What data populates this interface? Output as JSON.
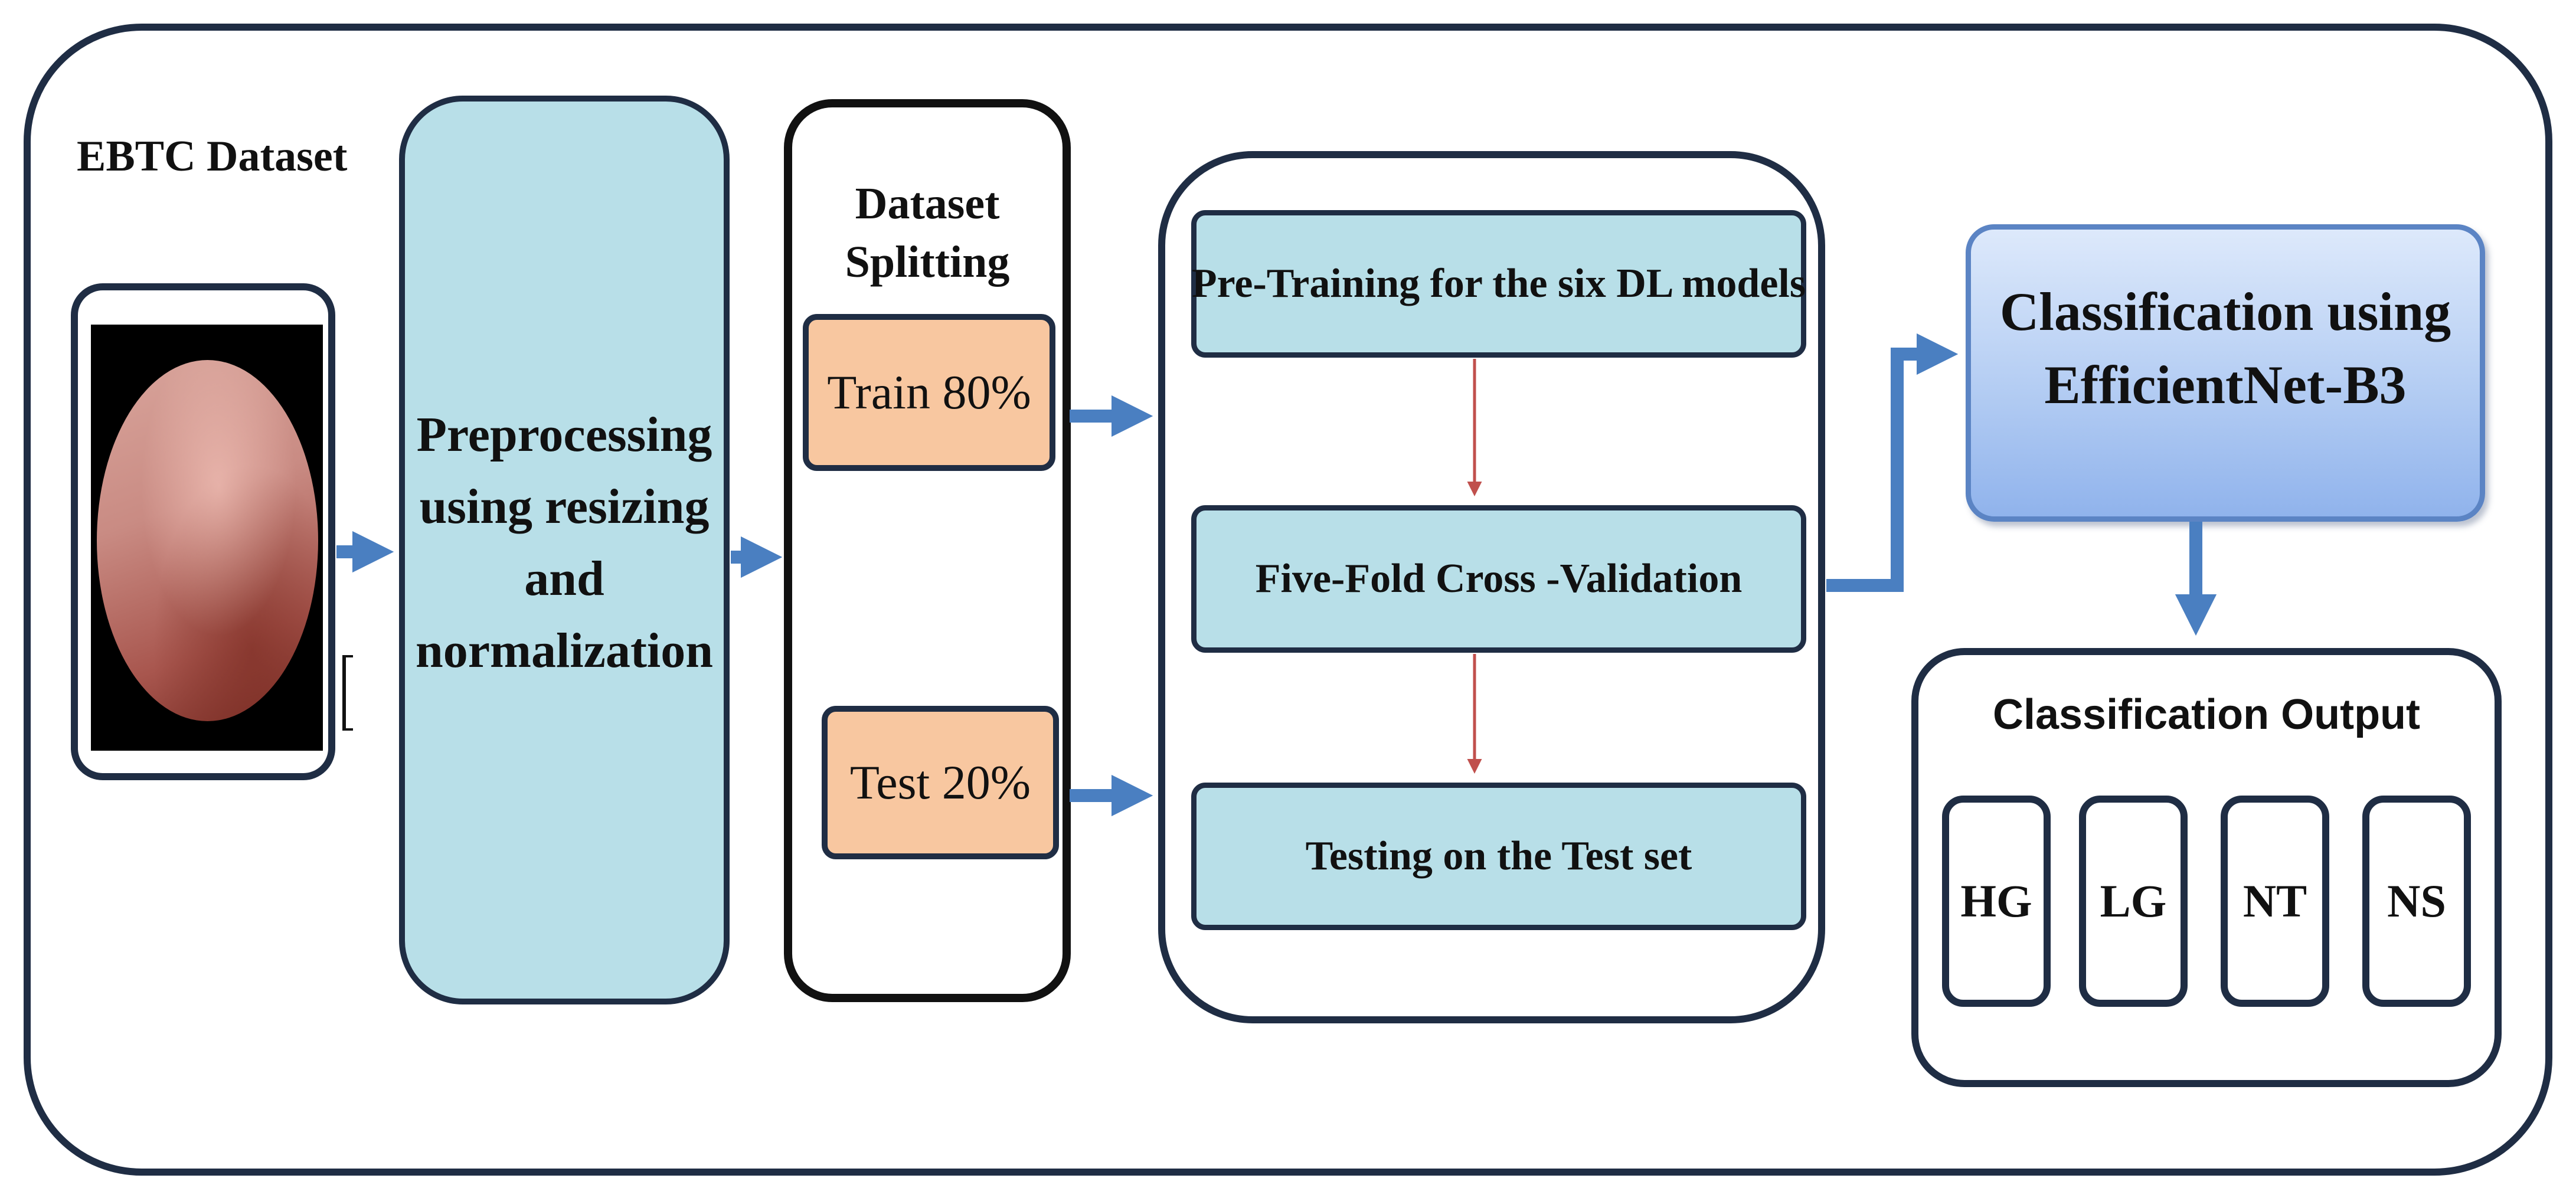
{
  "dataset": {
    "title": "EBTC Dataset"
  },
  "preprocessing": {
    "lines": [
      "Preprocessing",
      "using resizing",
      "and",
      "normalization"
    ]
  },
  "splitting": {
    "title_lines": [
      "Dataset",
      "Splitting"
    ],
    "train": "Train 80%",
    "test": "Test 20%"
  },
  "dl_steps": [
    "Pre-Training for the six DL models",
    "Five-Fold Cross -Validation",
    "Testing on the Test set"
  ],
  "classification": {
    "lines": [
      "Classification using",
      "EfficientNet-B3"
    ]
  },
  "output": {
    "title": "Classification Output",
    "classes": [
      "HG",
      "LG",
      "NT",
      "NS"
    ]
  },
  "colors": {
    "outline": "#1f2d44",
    "light_blue_fill": "#b8dfe8",
    "orange_fill": "#f8c7a0",
    "blue_arrow": "#4a7fc1",
    "red_arrow": "#c0504d",
    "classifier_border": "#5b84c4"
  }
}
